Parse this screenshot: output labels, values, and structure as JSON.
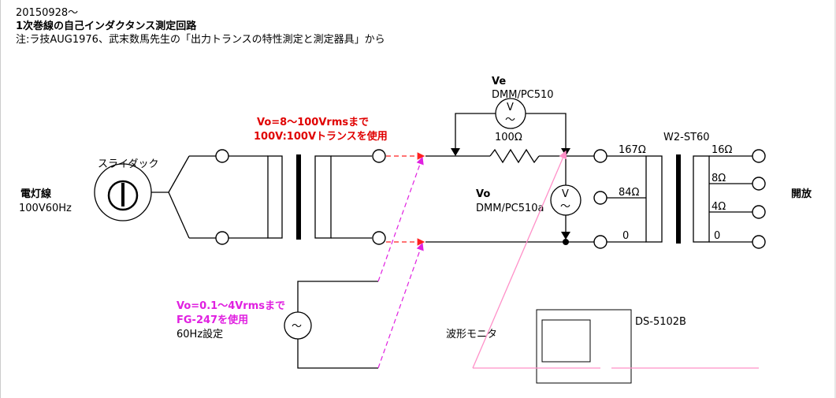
{
  "header": {
    "date": "20150928～",
    "title": "1次巻線の自己インダクタンス測定回路",
    "note": "注:ラ技AUG1976、武末数馬先生の「出力トランスの特性測定と測定器具」から"
  },
  "labels": {
    "mains_line1": "電灯線",
    "mains_line2": "100V60Hz",
    "slidac": "スライダック",
    "vo_high_1": "Vo=8～100Vrmsまで",
    "vo_high_2": "100V:100Vトランスを使用",
    "vo_low_1": "Vo=0.1～4Vrmsまで",
    "vo_low_2": "FG-247を使用",
    "fg_setting": "60Hz設定",
    "ve_name": "Ve",
    "ve_meter": "DMM/PC510",
    "resistor": "100Ω",
    "vo_name": "Vo",
    "vo_meter": "DMM/PC510a",
    "transformer": "W2-ST60",
    "tap_167": "167Ω",
    "tap_84": "84Ω",
    "tap_0_left": "0",
    "tap_16": "16Ω",
    "tap_8": "8Ω",
    "tap_4": "4Ω",
    "tap_0_right": "0",
    "open": "開放",
    "monitor": "波形モニタ",
    "scope": "DS-5102B",
    "meter_v": "V",
    "meter_tilde": "～",
    "ac_tilde": "～"
  },
  "colors": {
    "red_text": "#e00000",
    "magenta": "#e020e0",
    "pink_probe": "#ff90c8"
  }
}
